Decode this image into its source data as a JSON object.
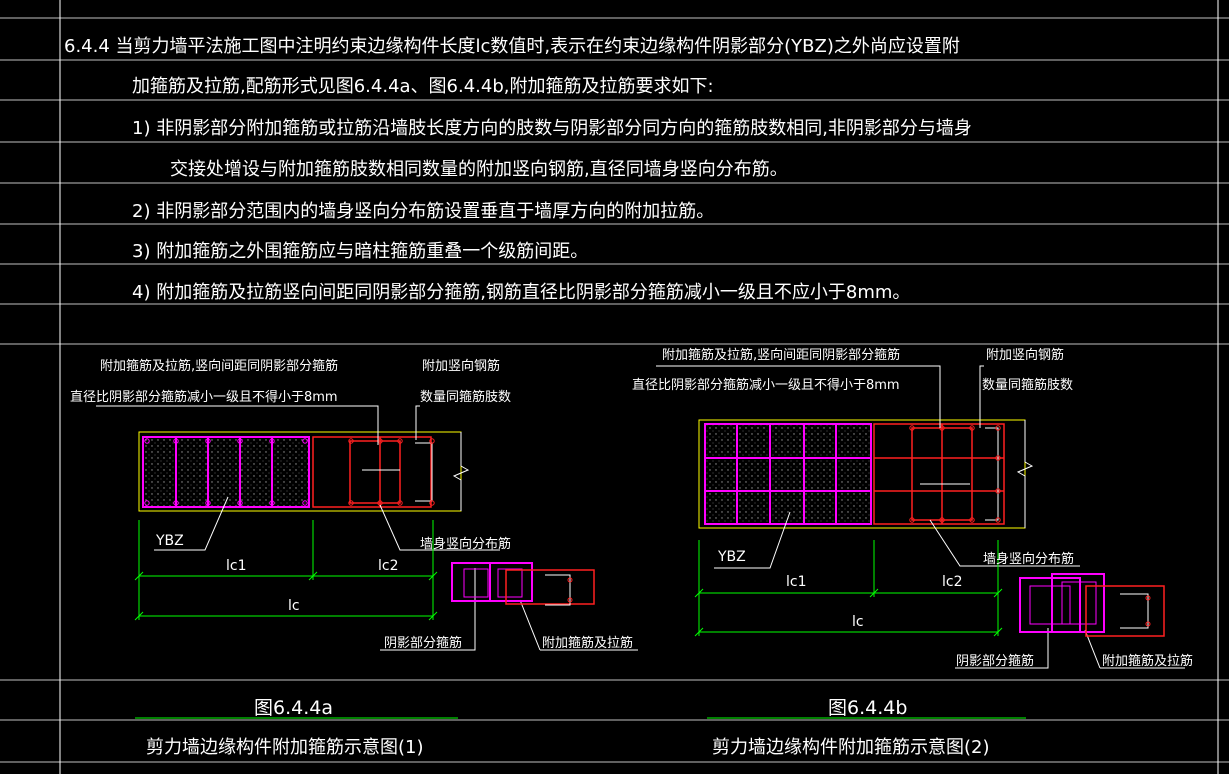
{
  "clause": {
    "line1": "6.4.4  当剪力墙平法施工图中注明约束边缘构件长度lc数值时,表示在约束边缘构件阴影部分(YBZ)之外尚应设置附",
    "line2": "加箍筋及拉筋,配筋形式见图6.4.4a、图6.4.4b,附加箍筋及拉筋要求如下:",
    "item1_a": "1) 非阴影部分附加箍筋或拉筋沿墙肢长度方向的肢数与阴影部分同方向的箍筋肢数相同,非阴影部分与墙身",
    "item1_b": "交接处增设与附加箍筋肢数相同数量的附加竖向钢筋,直径同墙身竖向分布筋。",
    "item2": "2) 非阴影部分范围内的墙身竖向分布筋设置垂直于墙厚方向的附加拉筋。",
    "item3": "3) 附加箍筋之外围箍筋应与暗柱箍筋重叠一个级筋间距。",
    "item4": "4) 附加箍筋及拉筋竖向间距同阴影部分箍筋,钢筋直径比阴影部分箍筋减小一级且不应小于8mm。"
  },
  "figure_a": {
    "note_line1": "附加箍筋及拉筋,竖向间距同阴影部分箍筋",
    "note_line2": "直径比阴影部分箍筋减小一级且不得小于8mm",
    "vert_bar_line1": "附加竖向钢筋",
    "vert_bar_line2": "数量同箍筋肢数",
    "ybz": "YBZ",
    "wall_bar": "墙身竖向分布筋",
    "lc1": "lc1",
    "lc2": "lc2",
    "lc": "lc",
    "shadow_stirrup": "阴影部分箍筋",
    "extra_stirrup": "附加箍筋及拉筋",
    "fig_no": "图6.4.4a",
    "title": "剪力墙边缘构件附加箍筋示意图(1)"
  },
  "figure_b": {
    "note_line1": "附加箍筋及拉筋,竖向间距同阴影部分箍筋",
    "note_line2": "直径比阴影部分箍筋减小一级且不得小于8mm",
    "vert_bar_line1": "附加竖向钢筋",
    "vert_bar_line2": "数量同箍筋肢数",
    "ybz": "YBZ",
    "wall_bar": "墙身竖向分布筋",
    "lc1": "lc1",
    "lc2": "lc2",
    "lc": "lc",
    "shadow_stirrup": "阴影部分箍筋",
    "extra_stirrup": "附加箍筋及拉筋",
    "fig_no": "图6.4.4b",
    "title": "剪力墙边缘构件附加箍筋示意图(2)"
  },
  "colors": {
    "background": "#000000",
    "text": "#ffffff",
    "grid_line": "#ffffff",
    "outline": "#ffff00",
    "stirrup_shadow": "#ff00ff",
    "stirrup_extra": "#ff2020",
    "dimension": "#00ff00",
    "leader": "#ffffff"
  }
}
